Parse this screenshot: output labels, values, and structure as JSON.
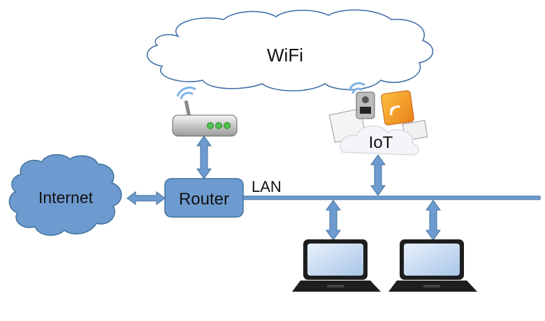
{
  "diagram": {
    "title": "Home network diagram",
    "nodes": {
      "wifi": {
        "label": "WiFi",
        "shape": "cloud-outline"
      },
      "internet": {
        "label": "Internet",
        "shape": "cloud-filled"
      },
      "router": {
        "label": "Router",
        "shape": "rounded-box"
      },
      "lan": {
        "label": "LAN",
        "shape": "bus-line"
      },
      "iot": {
        "label": "IoT",
        "shape": "cloud-with-devices"
      },
      "wireless_ap": {
        "label": "",
        "icon": "wireless-router-icon"
      },
      "laptop1": {
        "label": "",
        "icon": "laptop-icon"
      },
      "laptop2": {
        "label": "",
        "icon": "laptop-icon"
      }
    },
    "edges": [
      {
        "from": "internet",
        "to": "router",
        "type": "bidirectional"
      },
      {
        "from": "wireless_ap",
        "to": "router",
        "type": "bidirectional"
      },
      {
        "from": "router",
        "to": "lan",
        "type": "line"
      },
      {
        "from": "iot",
        "to": "lan",
        "type": "bidirectional"
      },
      {
        "from": "laptop1",
        "to": "lan",
        "type": "bidirectional"
      },
      {
        "from": "laptop2",
        "to": "lan",
        "type": "bidirectional"
      }
    ],
    "colors": {
      "accent_fill": "#6d9bd0",
      "accent_stroke": "#41719c",
      "cloud_outline": "#3b6ba5",
      "led_green": "#4ec24e",
      "rss_orange": "#f0a020"
    }
  }
}
